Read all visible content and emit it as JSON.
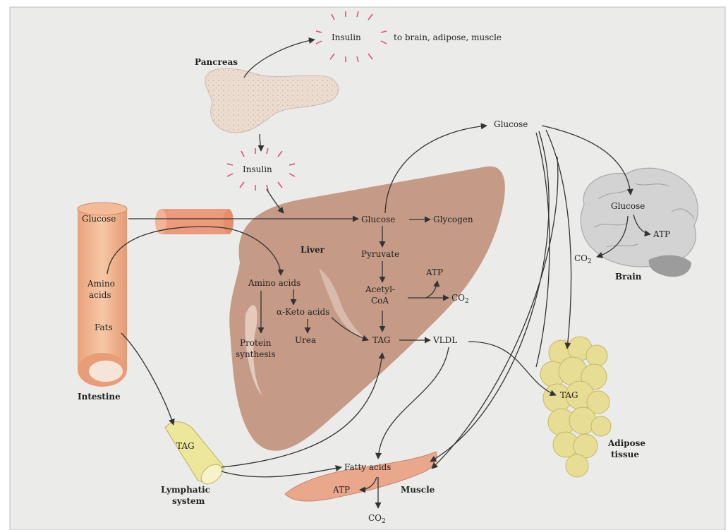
{
  "pancreas": {
    "label": "Pancreas"
  },
  "insulin_top": {
    "label": "Insulin",
    "target": "to brain, adipose, muscle"
  },
  "insulin_mid": {
    "label": "Insulin"
  },
  "liver": {
    "label": "Liver",
    "glucose": "Glucose",
    "glycogen": "Glycogen",
    "pyruvate": "Pyruvate",
    "atp": "ATP",
    "acetyl_1": "Acetyl-",
    "acetyl_2": "CoA",
    "co2": "CO",
    "tag": "TAG",
    "vldl": "VLDL",
    "amino_acids": "Amino acids",
    "keto_acids": "α-Keto acids",
    "urea": "Urea",
    "protein_1": "Protein",
    "protein_2": "synthesis"
  },
  "intestine": {
    "label": "Intestine",
    "glucose": "Glucose",
    "amino_1": "Amino",
    "amino_2": "acids",
    "fats": "Fats"
  },
  "glucose_blood": {
    "label": "Glucose"
  },
  "brain": {
    "label": "Brain",
    "glucose": "Glucose",
    "atp": "ATP",
    "co2": "CO"
  },
  "adipose": {
    "label_1": "Adipose",
    "label_2": "tissue",
    "tag": "TAG"
  },
  "lymphatic": {
    "label_1": "Lymphatic",
    "label_2": "system",
    "tag": "TAG"
  },
  "muscle": {
    "label": "Muscle",
    "fatty_acids": "Fatty acids",
    "atp": "ATP",
    "co2": "CO"
  },
  "subscript_2": "2",
  "colors": {
    "liver": "#c59a86",
    "pancreas": "#ecdcd0",
    "intestine": "#eeb48e",
    "muscle": "#e9a88c",
    "adipose": "#e8dd94",
    "lymphatic": "#ece79a",
    "brain": "#d3d3d3",
    "insulin_ray": "#dd4b6b",
    "background": "#ebebe9"
  }
}
